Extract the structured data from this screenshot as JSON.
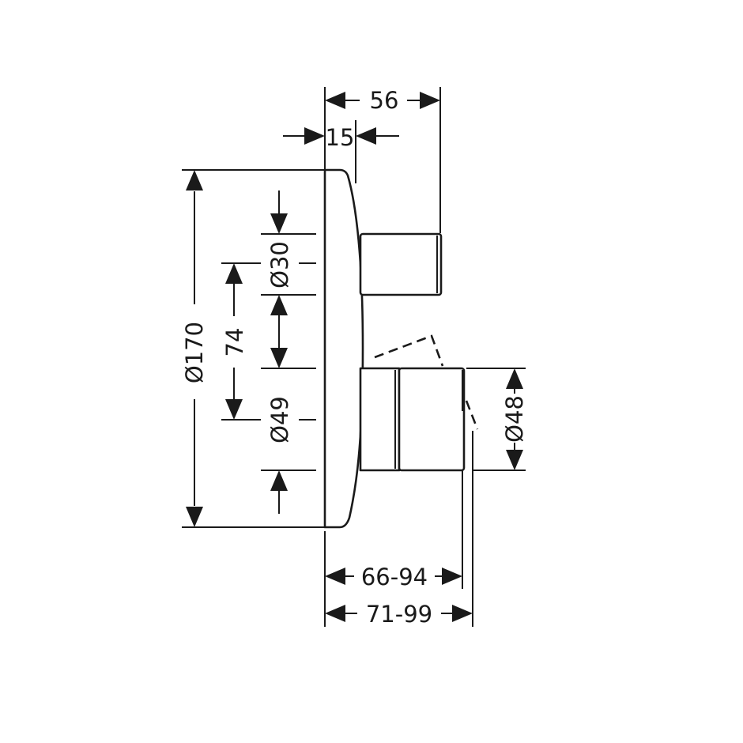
{
  "dimensions": {
    "depth_56": "56",
    "depth_15": "15",
    "plate_diameter": "Ø170",
    "top_knob_diameter": "Ø30",
    "spacing": "74",
    "lower_knob_diameter": "Ø49",
    "handle_diameter": "Ø48",
    "projection_min": "66-94",
    "projection_max": "71-99"
  }
}
